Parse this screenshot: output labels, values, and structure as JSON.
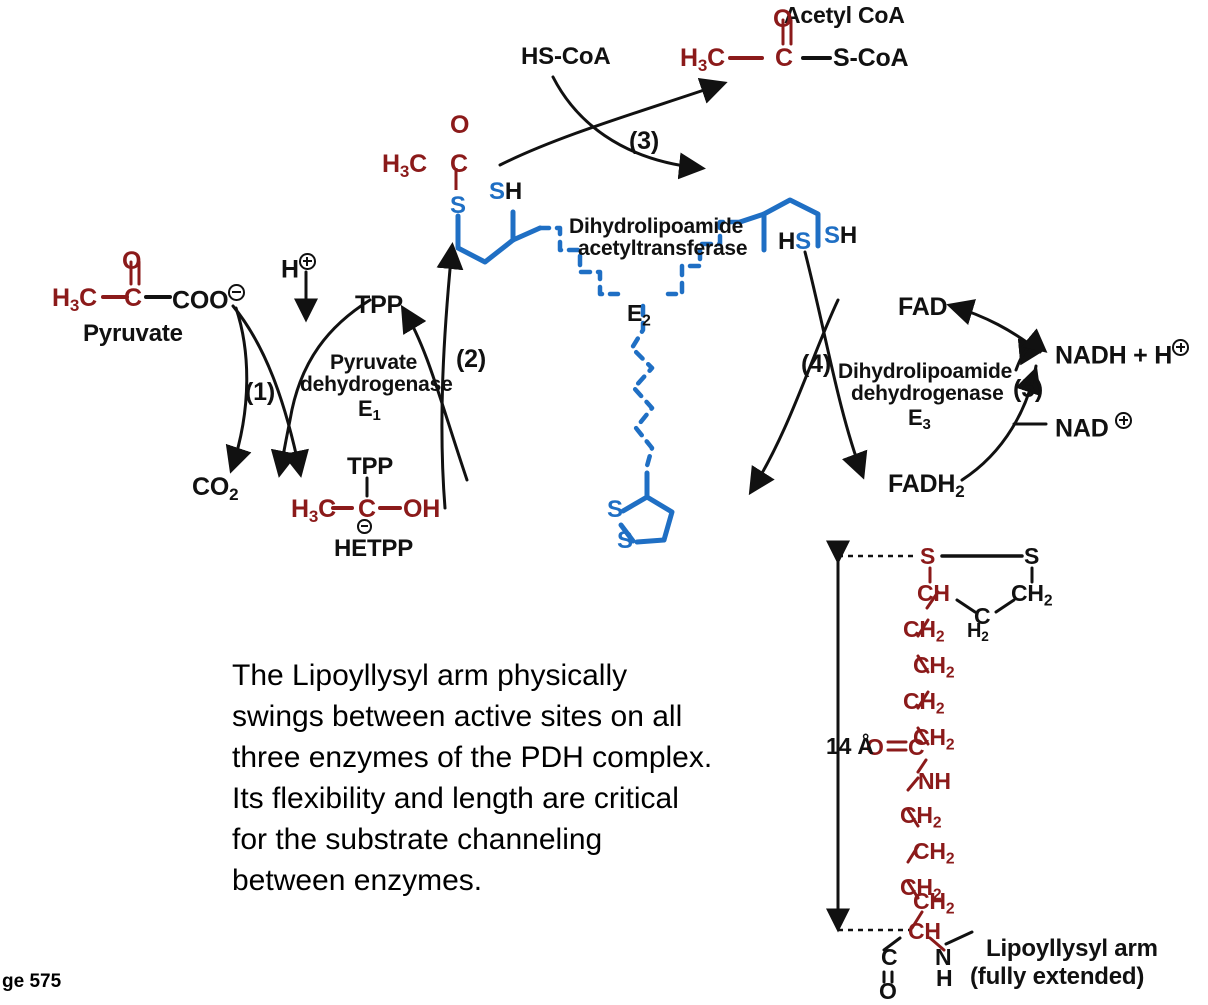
{
  "page": {
    "page_label": "ge 575",
    "caption": "The Lipoyllysyl arm physically\nswings between active sites on all\nthree enzymes of the PDH complex.\n Its flexibility and length are critical\nfor the substrate channeling\nbetween enzymes."
  },
  "colors": {
    "red": "#8B1A1A",
    "blue": "#1F6FC4",
    "black": "#111111",
    "background": "#FFFFFF"
  },
  "cycle": {
    "substrate": {
      "name": "Pyruvate",
      "formula_h3c": "H",
      "formula_h3c_sub": "3",
      "formula_h3c_tail": "C",
      "formula_c": "C",
      "formula_o": "O",
      "formula_coo": "COO"
    },
    "proton_in": "H",
    "co2_out": "CO",
    "co2_sub": "2",
    "hetpp": {
      "tpp_top": "TPP",
      "name": "HETPP",
      "h3c": "H",
      "h3c_sub": "3",
      "h3c_tail": "C",
      "c": "C",
      "oh": "OH"
    },
    "tpp_top": "TPP",
    "enzymes": [
      {
        "id": "E1",
        "line1": "Pyruvate",
        "line2": "dehydrogenase",
        "code": "E",
        "code_sub": "1"
      },
      {
        "id": "E2",
        "line1": "Dihydrolipoamide",
        "line2": "acetyltransferase",
        "code": "E",
        "code_sub": "2"
      },
      {
        "id": "E3",
        "line1": "Dihydrolipoamide",
        "line2": "dehydrogenase",
        "code": "E",
        "code_sub": "3"
      }
    ],
    "steps": [
      "(1)",
      "(2)",
      "(3)",
      "(4)",
      "(5)"
    ],
    "coa_in": "HS-CoA",
    "acetyl_coa_label": "Acetyl CoA",
    "acetyl_coa": {
      "h3c": "H",
      "h3c_sub": "3",
      "h3c_tail": "C",
      "c": "C",
      "o": "O",
      "scoa": "S-CoA"
    },
    "acetyl_lipoamide": {
      "h3c": "H",
      "h3c_sub": "3",
      "h3c_tail": "C",
      "c": "C",
      "o": "O",
      "s_label": "S",
      "sh_label_s": "S",
      "sh_label_h": "H"
    },
    "dihydrolipoamide": {
      "hs_h": "H",
      "hs_s": "S",
      "sh_s": "S",
      "sh_h": "H"
    },
    "lipoamide_ring": {
      "s_top": "S",
      "s_bottom": "S"
    },
    "fad": "FAD",
    "fadh2": "FADH",
    "fadh2_sub": "2",
    "nadh": "NADH + H",
    "nad": "NAD"
  },
  "lipoyllysyl": {
    "title_line1": "Lipoyllysyl arm",
    "title_line2": "(fully extended)",
    "length_label": "14 Å",
    "atoms": {
      "s_left": "S",
      "s_right": "S",
      "ch": "CH",
      "ch2_right": "CH",
      "ch2_right_sub": "2",
      "c_ring": "C",
      "c_ring_sub": "H",
      "c_ring_sub2": "2",
      "chain": [
        "CH2",
        "CH2",
        "CH2",
        "CH2"
      ],
      "carbonyl_o": "O",
      "carbonyl_c": "C",
      "nh": "NH",
      "chain2": [
        "CH2",
        "CH2",
        "CH2",
        "CH2"
      ],
      "ch_bottom": "CH",
      "c_bottom": "C",
      "o_bottom": "O",
      "n_bottom": "N",
      "h_bottom": "H"
    }
  }
}
